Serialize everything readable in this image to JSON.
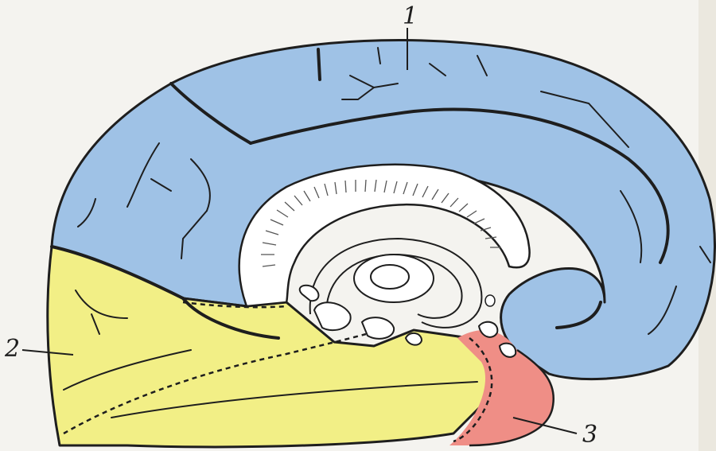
{
  "diagram": {
    "labels": {
      "one": "1",
      "two": "2",
      "three": "3"
    },
    "colors": {
      "background": "#f4f3ef",
      "region_1": "#9fc2e6",
      "region_2": "#f2ef86",
      "region_3": "#ef8e86",
      "inner": "#ffffff",
      "outline": "#1e1e1e"
    }
  }
}
